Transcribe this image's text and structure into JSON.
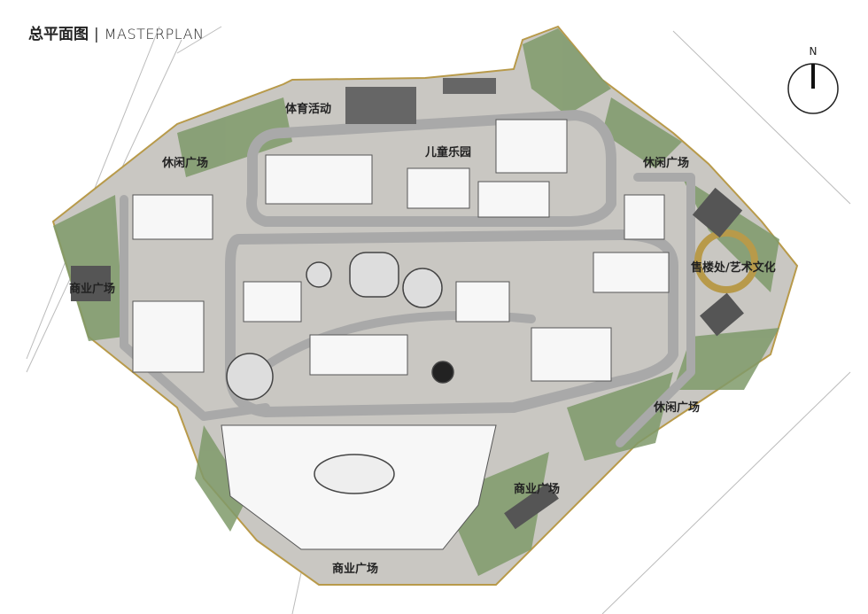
{
  "header": {
    "title_cn": "总平面图",
    "separator": "|",
    "title_en": "MASTERPLAN"
  },
  "compass": {
    "label": "N"
  },
  "labels": {
    "sports": "体育活动",
    "playground": "儿童乐园",
    "leisure_nw": "休闲广场",
    "leisure_ne": "休闲广场",
    "leisure_se": "休闲广场",
    "commercial_w": "商业广场",
    "commercial_se": "商业广场",
    "commercial_s": "商业广场",
    "sales_art": "售楼处/艺术文化"
  },
  "colors": {
    "road": "#a9a9a9",
    "plaza": "#c9c7c2",
    "green": "#7f9a6a",
    "edge": "#b89a4a"
  }
}
